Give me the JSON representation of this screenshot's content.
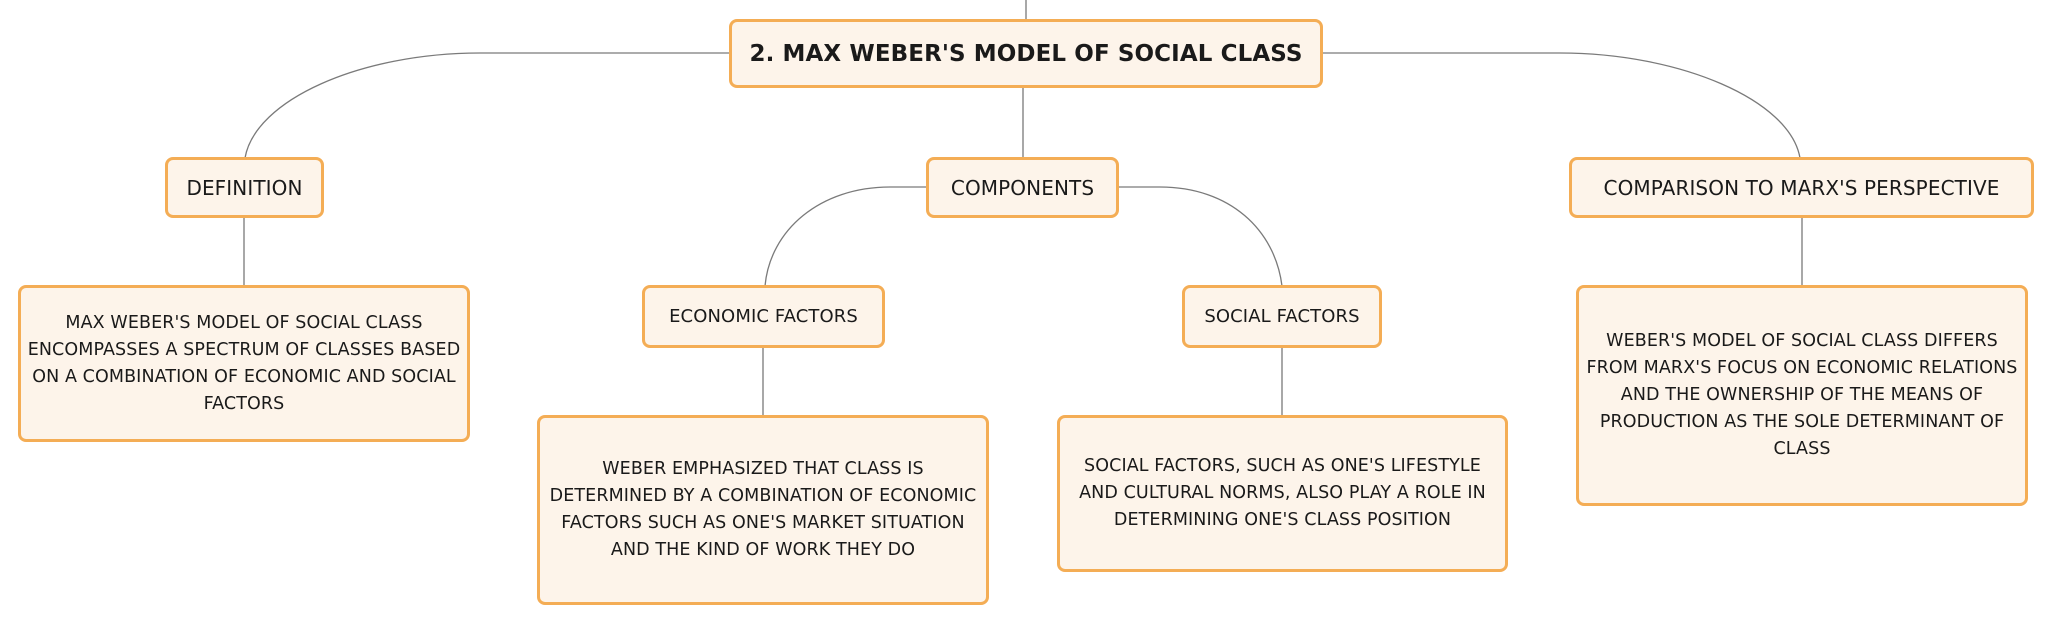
{
  "diagram": {
    "colors": {
      "node_fill": "#fdf4ea",
      "node_border": "#f4ad55",
      "connector": "#7a7a7a",
      "text": "#1a1a1a"
    },
    "root": {
      "label": "2. MAX WEBER'S MODEL OF SOCIAL CLASS"
    },
    "definition": {
      "label": "DEFINITION",
      "detail": "MAX WEBER'S MODEL OF SOCIAL CLASS ENCOMPASSES A SPECTRUM OF CLASSES BASED ON A COMBINATION OF ECONOMIC AND SOCIAL FACTORS"
    },
    "components": {
      "label": "COMPONENTS",
      "economic": {
        "label": "ECONOMIC FACTORS",
        "detail": "WEBER EMPHASIZED THAT CLASS IS DETERMINED BY A COMBINATION OF ECONOMIC FACTORS SUCH AS ONE'S MARKET SITUATION AND THE KIND OF WORK THEY DO"
      },
      "social": {
        "label": "SOCIAL FACTORS",
        "detail": "SOCIAL FACTORS, SUCH AS ONE'S LIFESTYLE AND CULTURAL NORMS, ALSO PLAY A ROLE IN DETERMINING ONE'S CLASS POSITION"
      }
    },
    "comparison": {
      "label": "COMPARISON TO MARX'S PERSPECTIVE",
      "detail": "WEBER'S MODEL OF SOCIAL CLASS DIFFERS FROM MARX'S FOCUS ON ECONOMIC RELATIONS AND THE OWNERSHIP OF THE MEANS OF PRODUCTION AS THE SOLE DETERMINANT OF CLASS"
    }
  }
}
